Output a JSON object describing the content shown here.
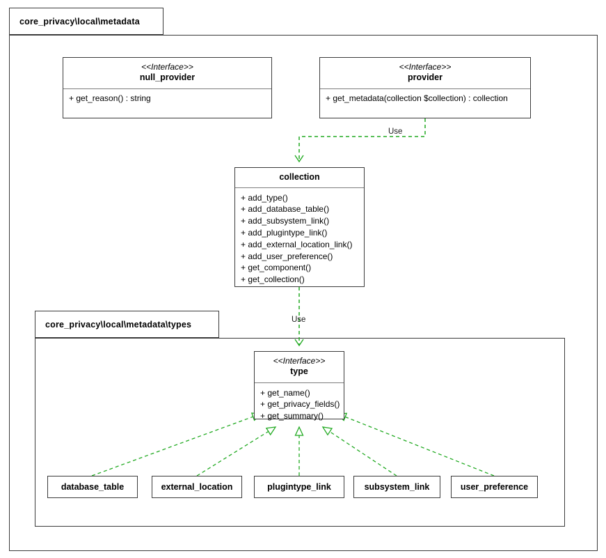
{
  "diagram": {
    "kind": "uml-class-diagram",
    "accent_color": "#22aa22",
    "line_color": "#3a3a3a",
    "background": "#ffffff"
  },
  "packages": [
    {
      "label": "core_privacy\\local\\metadata"
    },
    {
      "label": "core_privacy\\local\\metadata\\types"
    }
  ],
  "classes": [
    {
      "stereotype": "<<Interface>>",
      "name": "null_provider",
      "members": [
        "+ get_reason() : string"
      ]
    },
    {
      "stereotype": "<<Interface>>",
      "name": "provider",
      "members": [
        "+ get_metadata(collection $collection) : collection"
      ]
    },
    {
      "stereotype": "",
      "name": "collection",
      "members": [
        "+ add_type()",
        "+ add_database_table()",
        "+ add_subsystem_link()",
        "+ add_plugintype_link()",
        "+ add_external_location_link()",
        "+ add_user_preference()",
        "+ get_component()",
        "+ get_collection()"
      ]
    },
    {
      "stereotype": "<<Interface>>",
      "name": "type",
      "members": [
        "+ get_name()",
        "+ get_privacy_fields()",
        "+ get_summary()"
      ]
    }
  ],
  "leaf_classes": [
    {
      "name": "database_table"
    },
    {
      "name": "external_location"
    },
    {
      "name": "plugintype_link"
    },
    {
      "name": "subsystem_link"
    },
    {
      "name": "user_preference"
    }
  ],
  "edges": [
    {
      "label": "Use",
      "from": "provider",
      "to": "collection",
      "style": "dependency"
    },
    {
      "label": "Use",
      "from": "collection",
      "to": "type",
      "style": "dependency"
    },
    {
      "label": "",
      "from": "database_table",
      "to": "type",
      "style": "realization"
    },
    {
      "label": "",
      "from": "external_location",
      "to": "type",
      "style": "realization"
    },
    {
      "label": "",
      "from": "plugintype_link",
      "to": "type",
      "style": "realization"
    },
    {
      "label": "",
      "from": "subsystem_link",
      "to": "type",
      "style": "realization"
    },
    {
      "label": "",
      "from": "user_preference",
      "to": "type",
      "style": "realization"
    }
  ]
}
